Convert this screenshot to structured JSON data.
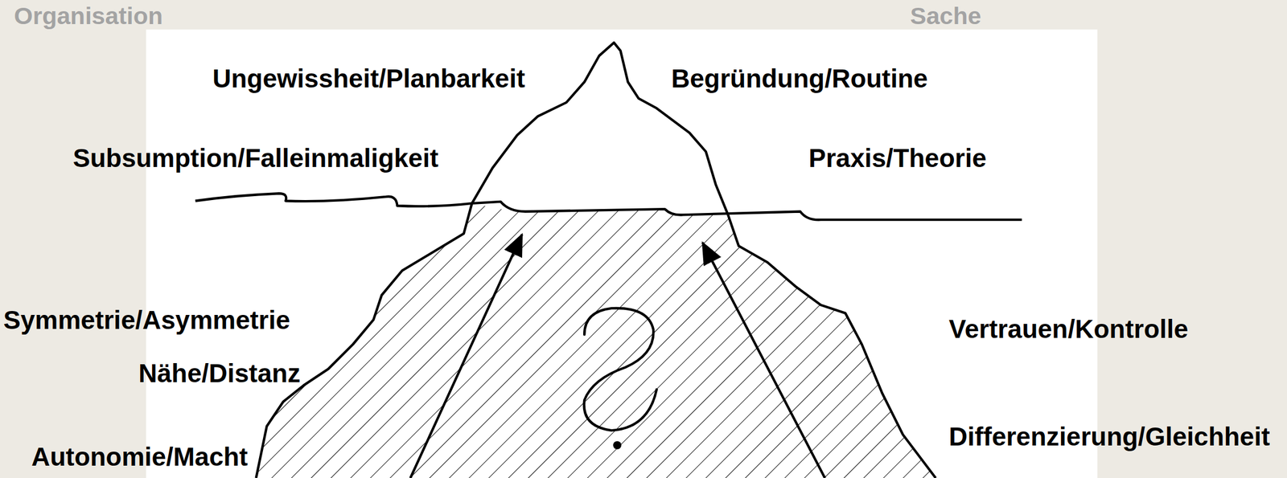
{
  "diagram": {
    "labels": [
      "Organisation",
      "Sache",
      "Ungewissheit/Planbarkeit",
      "Begründung/Routine",
      "Subsumption/Falleinmaligkeit",
      "Praxis/Theorie",
      "Symmetrie/Asymmetrie",
      "Vertrauen/Kontrolle",
      "Nähe/Distanz",
      "Autonomie/Macht",
      "Differenzierung/Gleichheit"
    ]
  }
}
